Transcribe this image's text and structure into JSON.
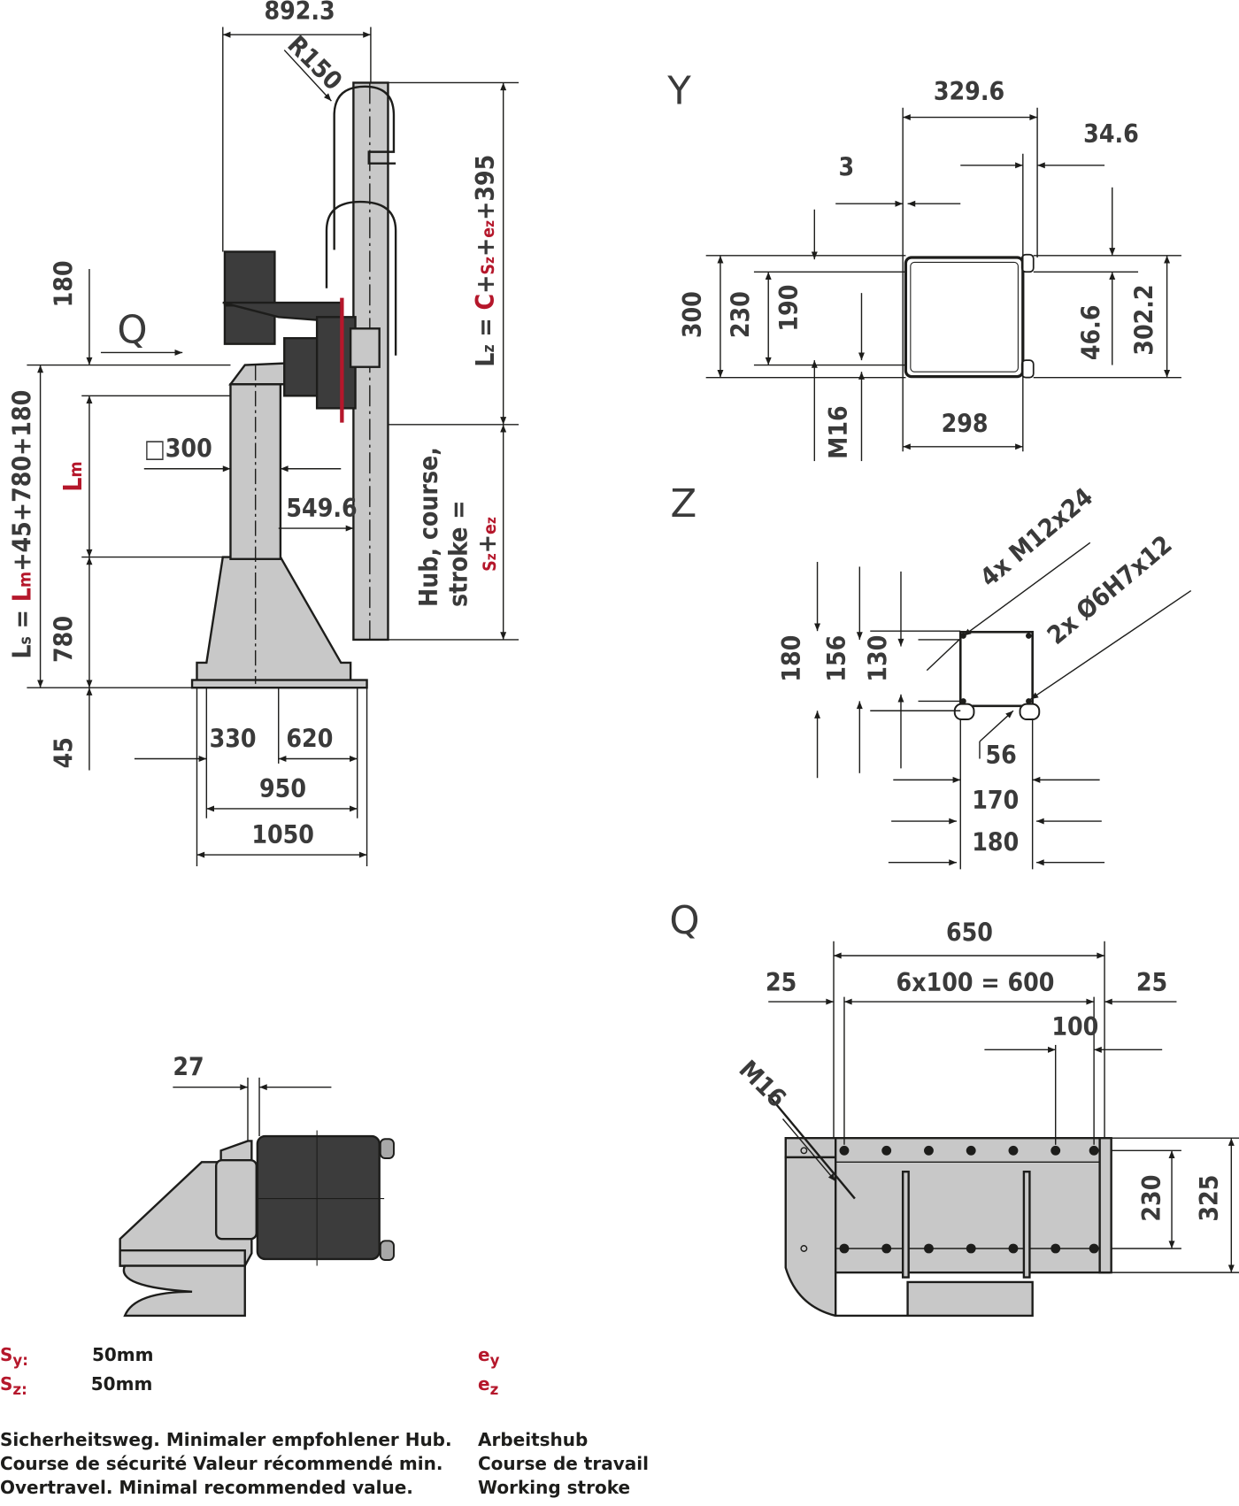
{
  "views": {
    "side": {
      "labels": {
        "top_width": "892.3",
        "radius": "R150",
        "lz_formula_prefix": "L",
        "lz_sub": "z",
        "lz_eq": " = ",
        "lz_c": "C",
        "lz_plus1": "+",
        "lz_sz": "S",
        "lz_sz_sub": "z",
        "lz_plus2": "+",
        "lz_ez": "e",
        "lz_ez_sub": "z",
        "lz_tail": "+395",
        "dim_180": "180",
        "q_marker": "Q",
        "square_300": "□300",
        "dim_549_6": "549.6",
        "lm": "L",
        "lm_sub": "m",
        "ls_formula_prefix": "L",
        "ls_sub": "s",
        "ls_eq": " = ",
        "ls_lm": "L",
        "ls_lm_sub": "m",
        "ls_tail": "+45+780+180",
        "dim_780": "780",
        "dim_45": "45",
        "stroke_text_1": "Hub, course,",
        "stroke_text_2": "stroke =",
        "stroke_sz": "S",
        "stroke_sz_sub": "z",
        "stroke_plus": "+",
        "stroke_ez": "e",
        "stroke_ez_sub": "z",
        "dim_330": "330",
        "dim_620": "620",
        "dim_950": "950",
        "dim_1050": "1050"
      }
    },
    "y_view": {
      "title": "Y",
      "dims": {
        "width_329_6": "329.6",
        "offset_34_6": "34.6",
        "wall_3": "3",
        "h_300": "300",
        "h_230": "230",
        "h_190": "190",
        "h_46_6": "46.6",
        "h_302_2": "302.2",
        "thread_m16": "M16",
        "w_298": "298"
      }
    },
    "z_view": {
      "title": "Z",
      "dims": {
        "thread_4x": "4x M12x24",
        "pin_2x": "2x Ø6H7x12",
        "h_180": "180",
        "h_156": "156",
        "h_130": "130",
        "w_56": "56",
        "w_170": "170",
        "w_180": "180"
      }
    },
    "q_view": {
      "title": "Q",
      "dims": {
        "w_650": "650",
        "left_25": "25",
        "pitch": "6x100 = 600",
        "right_25": "25",
        "single_100": "100",
        "thread_m16": "M16",
        "h_230": "230",
        "h_325": "325"
      },
      "holes_count": 7
    },
    "detail_view": {
      "dims": {
        "gap_27": "27"
      }
    }
  },
  "legend": {
    "safety": [
      {
        "symbol": "S",
        "sub": "y:",
        "value": "50mm"
      },
      {
        "symbol": "S",
        "sub": "z:",
        "value": "50mm"
      }
    ],
    "safety_desc": [
      "Sicherheitsweg. Minimaler empfohlener Hub.",
      "Course de sécurité Valeur récommendé min.",
      "Overtravel. Minimal recommended value."
    ],
    "working": [
      {
        "symbol": "e",
        "sub": "y"
      },
      {
        "symbol": "e",
        "sub": "z"
      }
    ],
    "working_desc": [
      "Arbeitshub",
      "Course de travail",
      "Working stroke"
    ]
  },
  "colors": {
    "accent_red": "#b5172b",
    "line": "#1d1d1b",
    "part_fill": "#c8c8c8",
    "dark_fill": "#3c3c3c"
  }
}
